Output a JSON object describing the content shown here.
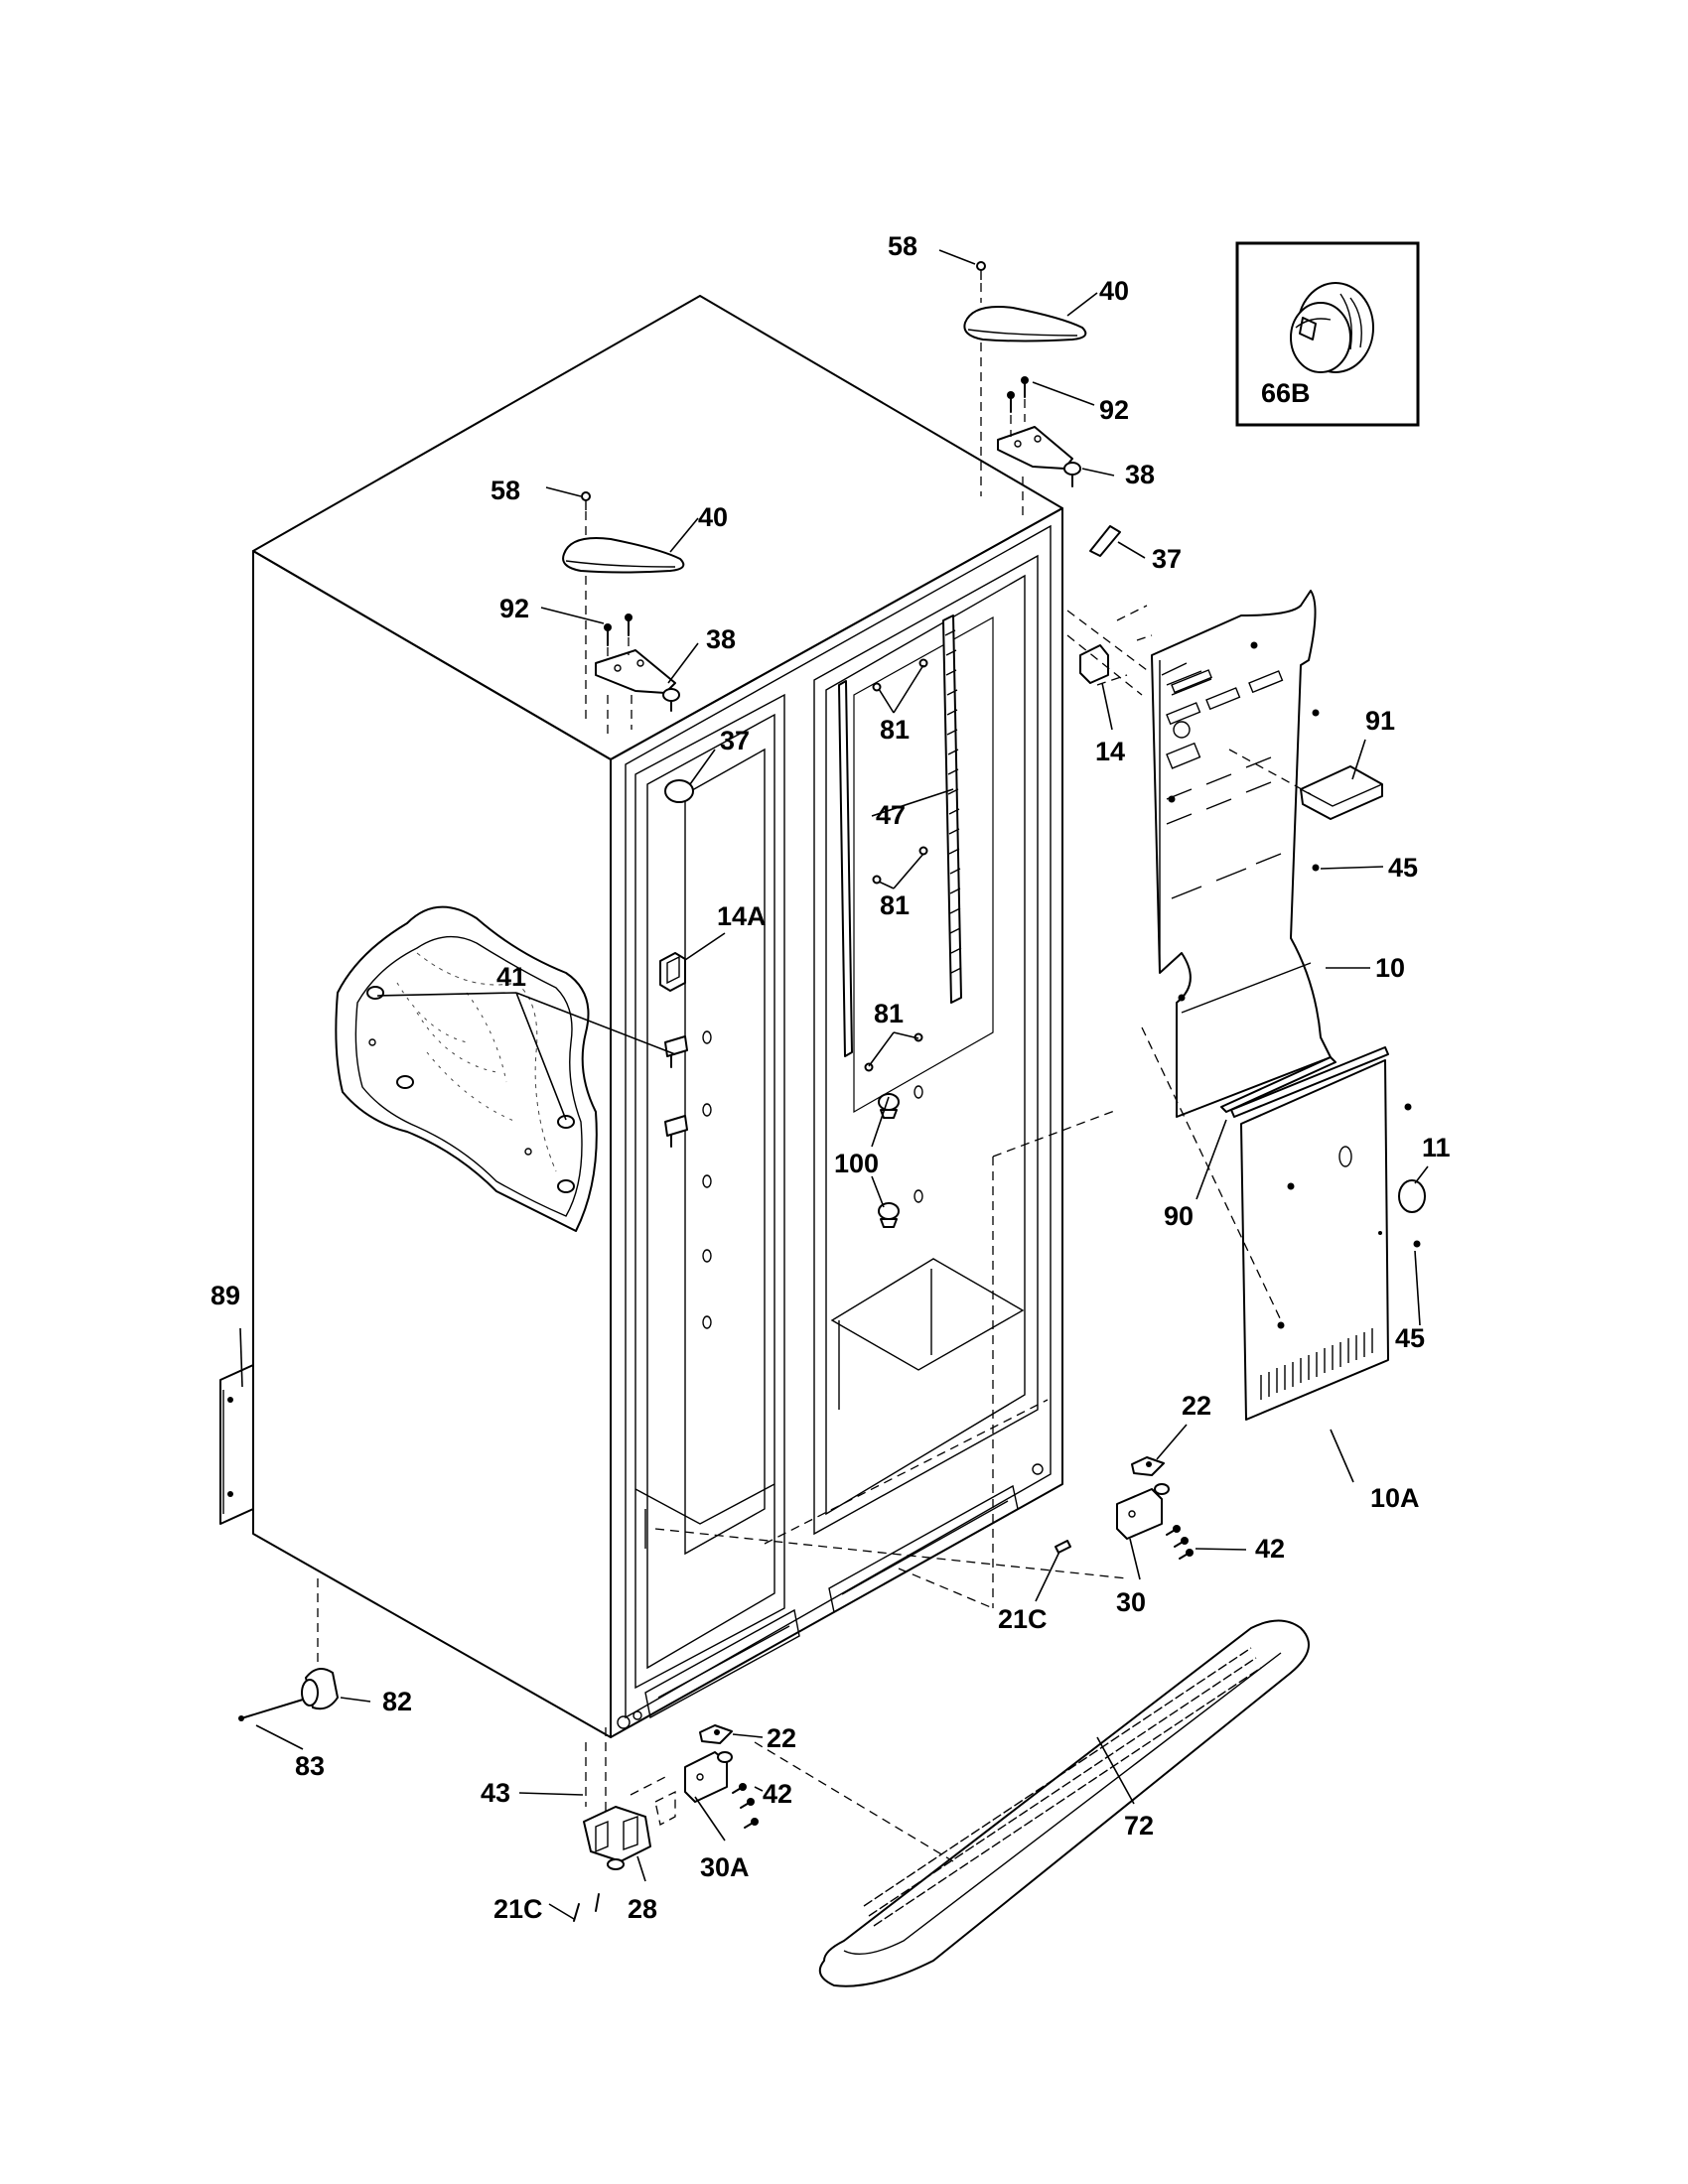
{
  "callouts": [
    {
      "id": "c-58-right",
      "text": "58"
    },
    {
      "id": "c-40-right",
      "text": "40"
    },
    {
      "id": "c-92-right",
      "text": "92"
    },
    {
      "id": "c-38-right",
      "text": "38"
    },
    {
      "id": "c-37-right",
      "text": "37"
    },
    {
      "id": "c-58-left",
      "text": "58"
    },
    {
      "id": "c-40-left",
      "text": "40"
    },
    {
      "id": "c-92-left",
      "text": "92"
    },
    {
      "id": "c-38-left",
      "text": "38"
    },
    {
      "id": "c-37-left",
      "text": "37"
    },
    {
      "id": "c-81-top",
      "text": "81"
    },
    {
      "id": "c-47",
      "text": "47"
    },
    {
      "id": "c-81-mid",
      "text": "81"
    },
    {
      "id": "c-81-low",
      "text": "81"
    },
    {
      "id": "c-14",
      "text": "14"
    },
    {
      "id": "c-14a",
      "text": "14A"
    },
    {
      "id": "c-91",
      "text": "91"
    },
    {
      "id": "c-45-top",
      "text": "45"
    },
    {
      "id": "c-10",
      "text": "10"
    },
    {
      "id": "c-41",
      "text": "41"
    },
    {
      "id": "c-100",
      "text": "100"
    },
    {
      "id": "c-11",
      "text": "11"
    },
    {
      "id": "c-90",
      "text": "90"
    },
    {
      "id": "c-45-bottom",
      "text": "45"
    },
    {
      "id": "c-89",
      "text": "89"
    },
    {
      "id": "c-22-right",
      "text": "22"
    },
    {
      "id": "c-10a",
      "text": "10A"
    },
    {
      "id": "c-42-right",
      "text": "42"
    },
    {
      "id": "c-30",
      "text": "30"
    },
    {
      "id": "c-21c-right",
      "text": "21C"
    },
    {
      "id": "c-82",
      "text": "82"
    },
    {
      "id": "c-22-left",
      "text": "22"
    },
    {
      "id": "c-83",
      "text": "83"
    },
    {
      "id": "c-42-left",
      "text": "42"
    },
    {
      "id": "c-72",
      "text": "72"
    },
    {
      "id": "c-43",
      "text": "43"
    },
    {
      "id": "c-30a",
      "text": "30A"
    },
    {
      "id": "c-21c-left",
      "text": "21C"
    },
    {
      "id": "c-28",
      "text": "28"
    },
    {
      "id": "c-66b",
      "text": "66B"
    }
  ]
}
